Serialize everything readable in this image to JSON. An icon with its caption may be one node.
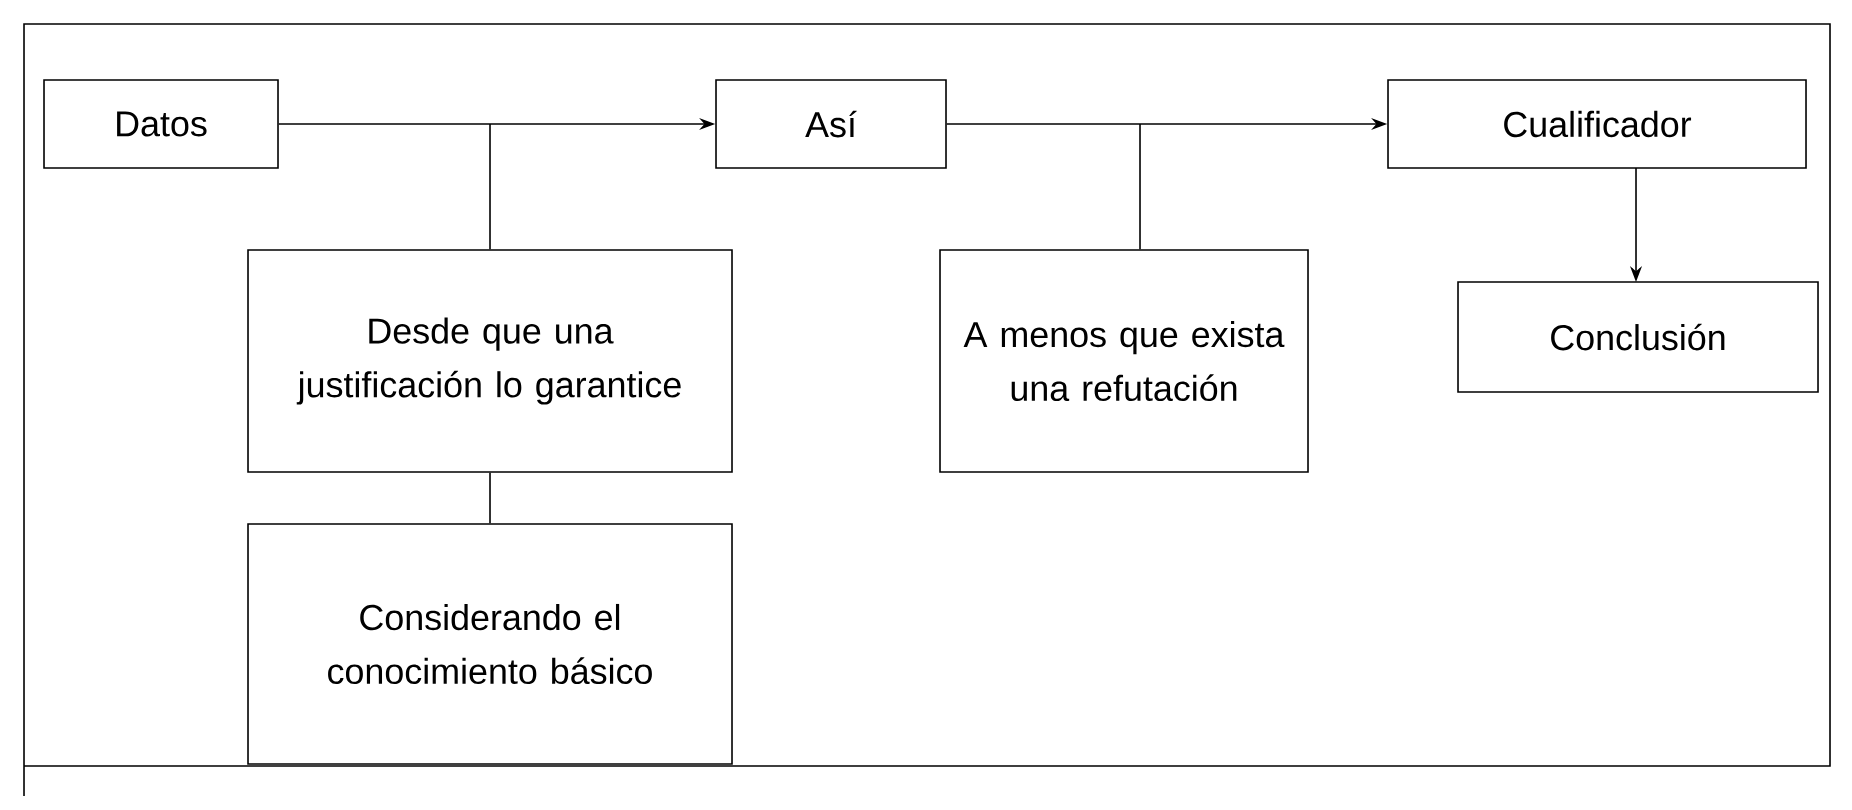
{
  "diagram": {
    "nodes": [
      {
        "text": [
          "Datos"
        ]
      },
      {
        "text": [
          "Así"
        ]
      },
      {
        "text": [
          "Cualificador"
        ]
      },
      {
        "text": [
          "Desde que una justificación lo garantice"
        ]
      },
      {
        "text": [
          "A menos que exista una refutación"
        ]
      },
      {
        "text": [
          "Conclusión"
        ]
      },
      {
        "text": [
          "Considerando el conocimiento básico"
        ]
      }
    ],
    "edges": [
      {
        "from": 0,
        "to": 1,
        "arrow": "to"
      },
      {
        "from": 1,
        "to": 2,
        "arrow": "to"
      },
      {
        "from": 2,
        "to": 5,
        "arrow": "to"
      },
      {
        "from": 3,
        "to": null,
        "arrow": "none"
      },
      {
        "from": 4,
        "to": null,
        "arrow": "none"
      },
      {
        "from": 3,
        "to": 6,
        "arrow": "none"
      }
    ]
  }
}
